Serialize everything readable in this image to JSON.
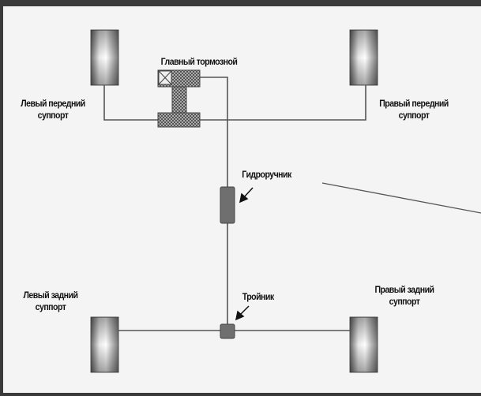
{
  "labels": {
    "master_cylinder": "Главный тормозной",
    "front_left": [
      "Левый передний",
      "суппорт"
    ],
    "front_right": [
      "Правый передний",
      "суппорт"
    ],
    "handbrake": "Гидроручник",
    "tee": "Тройник",
    "rear_left": [
      "Левый задний",
      "суппорт"
    ],
    "rear_right": [
      "Правый задний",
      "суппорт"
    ]
  },
  "colors": {
    "background": "#f4f4f4",
    "frame": "#3a3a3a",
    "line": "#555555",
    "component": "#6f6f6f"
  }
}
